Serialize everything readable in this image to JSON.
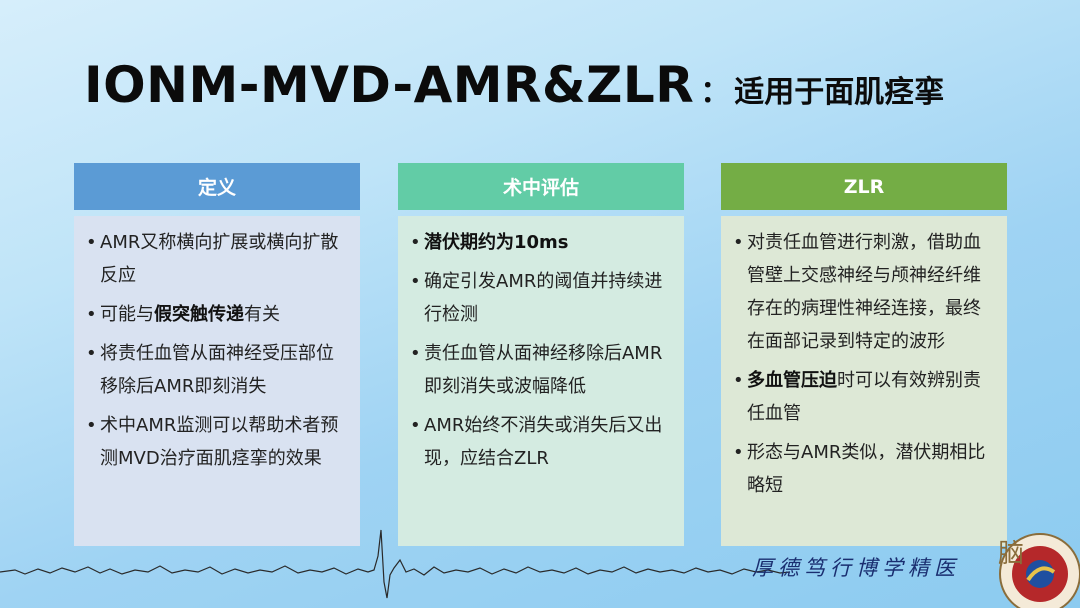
{
  "title": {
    "main": "IONM-MVD-AMR&ZLR",
    "colon": "：",
    "sub": "适用于面肌痉挛"
  },
  "columns": [
    {
      "header": "定义",
      "items": [
        {
          "segs": [
            "AMR又称横向扩展或横向扩散反应"
          ]
        },
        {
          "segs": [
            "可能与",
            "假突触传递",
            "有关"
          ]
        },
        {
          "segs": [
            "将责任血管从面神经受压部位移除后AMR即刻消失"
          ]
        },
        {
          "segs": [
            "术中AMR监测可以帮助术者预测MVD治疗面肌痉挛的效果"
          ]
        }
      ]
    },
    {
      "header": "术中评估",
      "items": [
        {
          "segs": [
            "潜伏期约为10ms"
          ]
        },
        {
          "segs": [
            "确定引发AMR的阈值并持续进行检测"
          ]
        },
        {
          "segs": [
            "责任血管从面神经移除后AMR即刻消失或波幅降低"
          ]
        },
        {
          "segs": [
            "AMR始终不消失或消失后又出现，应结合ZLR"
          ]
        }
      ]
    },
    {
      "header": "ZLR",
      "items": [
        {
          "segs": [
            "对责任血管进行刺激，借助血管壁上交感神经与颅神经纤维存在的病理性神经连接，最终在面部记录到特定的波形"
          ]
        },
        {
          "segs": [
            "多血管压迫",
            "时可以有效辨别责任血管"
          ]
        },
        {
          "segs": [
            "形态与AMR类似，潜伏期相比略短"
          ]
        }
      ]
    }
  ],
  "footer": {
    "motto": "厚德笃行博学精医",
    "logo_text": "脑"
  },
  "colors": {
    "col1_header": "#5b9bd5",
    "col2_header": "#62cca6",
    "col3_header": "#74ad45"
  }
}
